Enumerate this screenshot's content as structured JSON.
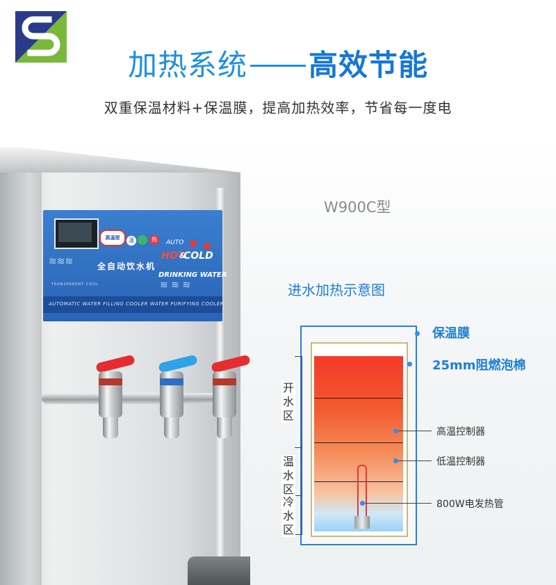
{
  "header": {
    "title_part1": "加热系统",
    "title_part2": "高效节能",
    "subtitle": "双重保温材料+保温膜，提高加热效率，节省每一度电"
  },
  "colors": {
    "brand_blue": "#1f8fe0",
    "logo_green": "#7bb73a",
    "logo_navy": "#2a3a8c",
    "hot_red": "#e52c31",
    "cold_blue": "#2ea3e6"
  },
  "product": {
    "model": "W900C型",
    "panel": {
      "auto": "AUTO",
      "hot": "HOT",
      "amp": "&",
      "cold": "COLD",
      "cn_name": "全自动饮水机",
      "en_name": "DRINKING WATER",
      "small_text": "TRANSPARENT COOL",
      "strip_text": "AUTOMATIC WATER FILLING COOLER WATER PURIFYING COOLER",
      "badge_text": "高温型",
      "icon_chars": [
        "温",
        "热"
      ]
    }
  },
  "diagram": {
    "title": "进水加热示意图",
    "labels": {
      "film": "保温膜",
      "foam": "25mm阻燃泡棉",
      "high_ctrl": "高温控制器",
      "low_ctrl": "低温控制器",
      "heater": "800W电发热管"
    },
    "zones": [
      {
        "chars": [
          "开",
          "水",
          "区"
        ]
      },
      {
        "chars": [
          "温",
          "水",
          "区"
        ]
      },
      {
        "chars": [
          "冷",
          "水",
          "区"
        ]
      }
    ]
  }
}
